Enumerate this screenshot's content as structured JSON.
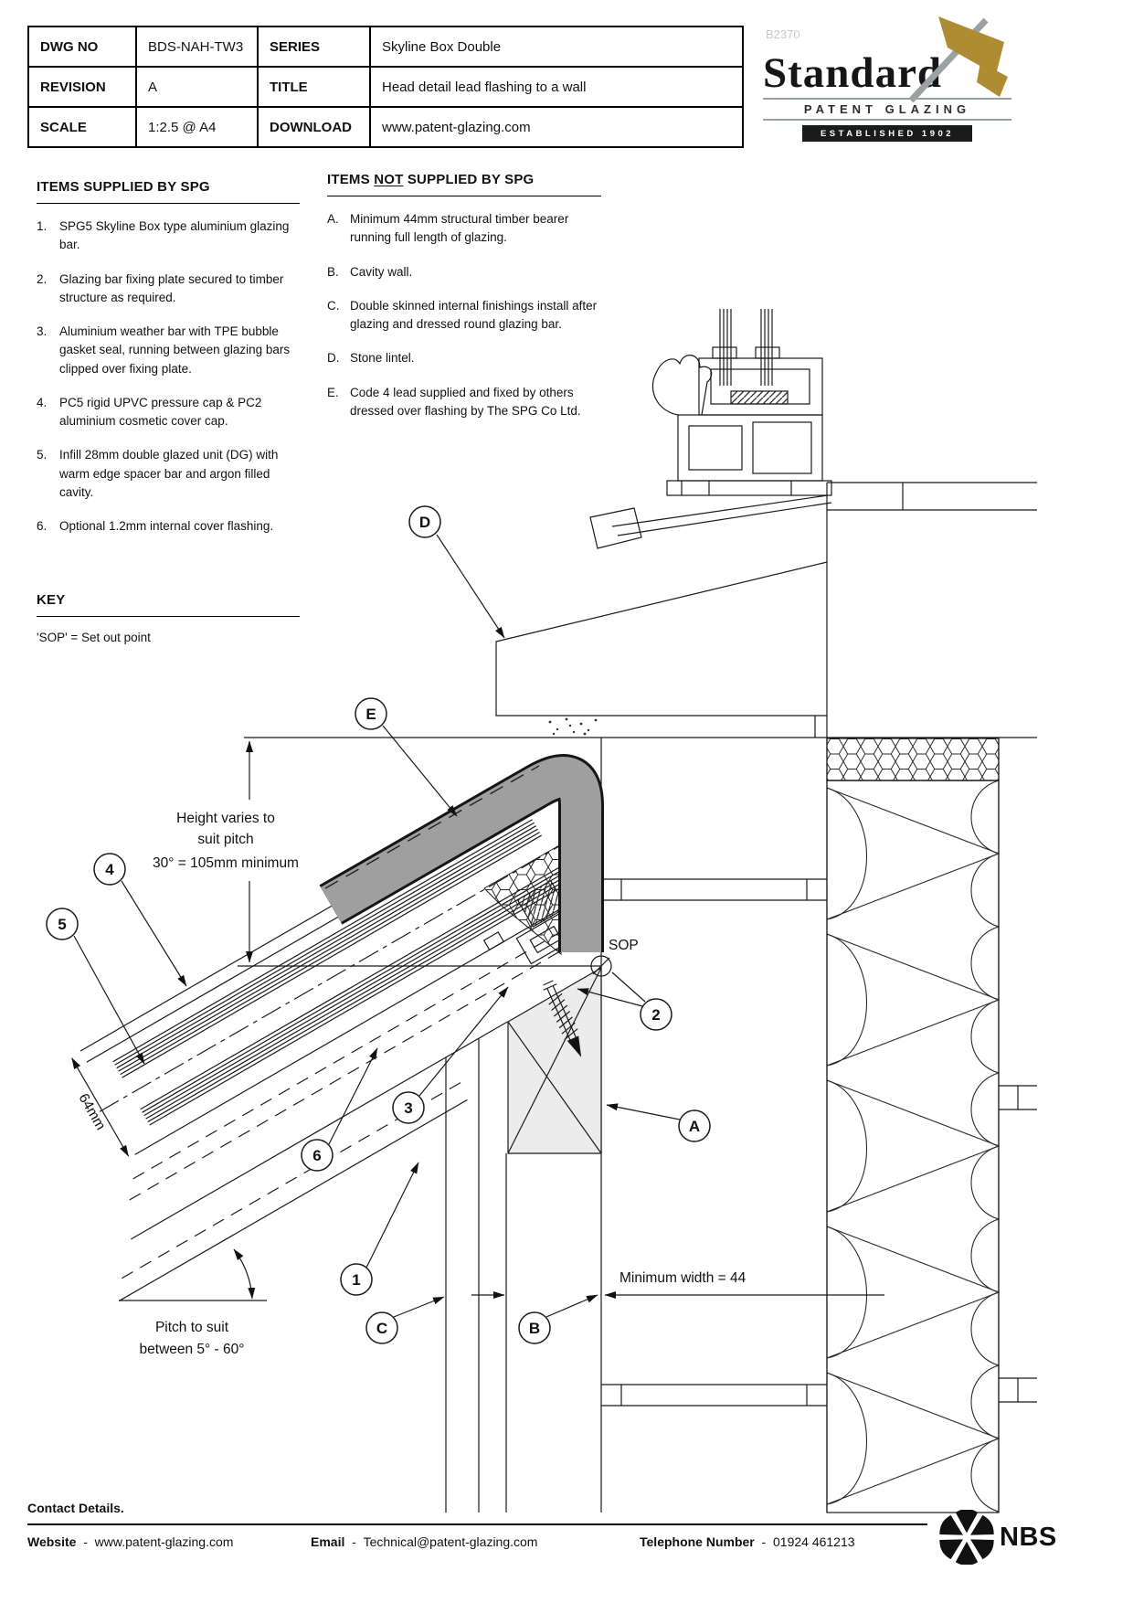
{
  "title_block": {
    "cells": [
      [
        "DWG NO",
        "BDS-NAH-TW3"
      ],
      [
        "SERIES",
        "Skyline Box Double"
      ],
      [
        "REVISION",
        "A"
      ],
      [
        "TITLE",
        "Head detail lead flashing to a wall"
      ],
      [
        "SCALE",
        "1:2.5 @ A4"
      ],
      [
        "DOWNLOAD",
        "www.patent-glazing.com"
      ]
    ]
  },
  "watermark": "B2370",
  "logo": {
    "name": "Standard",
    "subtitle": "PATENT GLAZING",
    "established": "ESTABLISHED 1902",
    "flag_color": "#ad8c33",
    "pole_color": "#9aa1a3"
  },
  "supplied": {
    "heading": "ITEMS SUPPLIED BY SPG",
    "items": [
      {
        "num": "1.",
        "text": "SPG5 Skyline Box type aluminium glazing bar."
      },
      {
        "num": "2.",
        "text": "Glazing bar fixing plate secured to timber structure as required."
      },
      {
        "num": "3.",
        "text": "Aluminium weather bar with TPE bubble gasket seal, running between glazing bars clipped over fixing plate."
      },
      {
        "num": "4.",
        "text": "PC5 rigid UPVC pressure cap & PC2 aluminium cosmetic cover cap."
      },
      {
        "num": "5.",
        "text": "Infill 28mm double glazed unit (DG) with warm edge spacer bar and argon filled cavity."
      },
      {
        "num": "6.",
        "text": "Optional 1.2mm internal cover flashing."
      }
    ]
  },
  "not_supplied": {
    "heading_pre": "ITEMS ",
    "heading_not": "NOT",
    "heading_post": " SUPPLIED BY SPG",
    "items": [
      {
        "num": "A.",
        "text": "Minimum 44mm structural timber bearer running full length of glazing."
      },
      {
        "num": "B.",
        "text": "Cavity wall."
      },
      {
        "num": "C.",
        "text": "Double skinned internal finishings install after glazing and dressed round glazing bar."
      },
      {
        "num": "D.",
        "text": "Stone lintel."
      },
      {
        "num": "E.",
        "text": "Code 4 lead supplied and fixed by others dressed over flashing by The SPG Co Ltd."
      }
    ]
  },
  "key": {
    "heading": "KEY",
    "text": "'SOP' = Set out point"
  },
  "drawing": {
    "annotations": {
      "height_l1": "Height varies to",
      "height_l2": "suit pitch",
      "height_l3": "30° = 105mm minimum",
      "sop": "SOP",
      "dim64": "64mm",
      "min_width": "Minimum width = 44",
      "pitch_l1": "Pitch to suit",
      "pitch_l2": "between 5° - 60°"
    },
    "callouts": [
      {
        "label": "D"
      },
      {
        "label": "E"
      },
      {
        "label": "4"
      },
      {
        "label": "5"
      },
      {
        "label": "6"
      },
      {
        "label": "3"
      },
      {
        "label": "2"
      },
      {
        "label": "1"
      },
      {
        "label": "C"
      },
      {
        "label": "B"
      },
      {
        "label": "A"
      }
    ],
    "lead_flashing_color": "#9f9f9f",
    "timber_fill": "#ececec"
  },
  "footer": {
    "heading": "Contact Details.",
    "website_label": "Website",
    "website_sep": "-",
    "website": "www.patent-glazing.com",
    "email_label": "Email",
    "email_sep": "-",
    "email": "Technical@patent-glazing.com",
    "phone_label": "Telephone Number",
    "phone_sep": "-",
    "phone": "01924 461213",
    "nbs": "NBS"
  }
}
